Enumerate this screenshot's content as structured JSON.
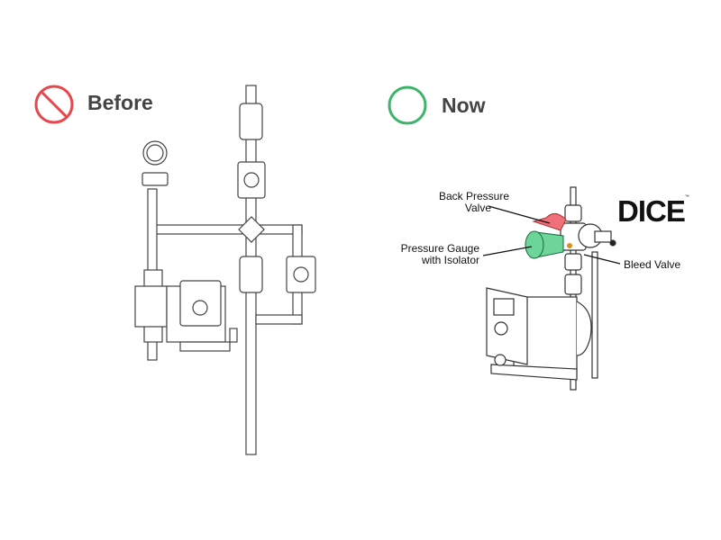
{
  "before": {
    "label": "Before",
    "icon": "prohibited-icon",
    "color": "#e8464c"
  },
  "now": {
    "label": "Now",
    "icon": "circle-ok-icon",
    "color": "#3cb56a"
  },
  "brand": {
    "name": "DICE",
    "tm": "™"
  },
  "callouts": {
    "back_pressure_l1": "Back Pressure",
    "back_pressure_l2": "Valve",
    "gauge_l1": "Pressure Gauge",
    "gauge_l2": "with Isolator",
    "bleed": "Bleed Valve"
  },
  "colors": {
    "gauge": "#6dd49a",
    "valve": "#f0707a"
  }
}
